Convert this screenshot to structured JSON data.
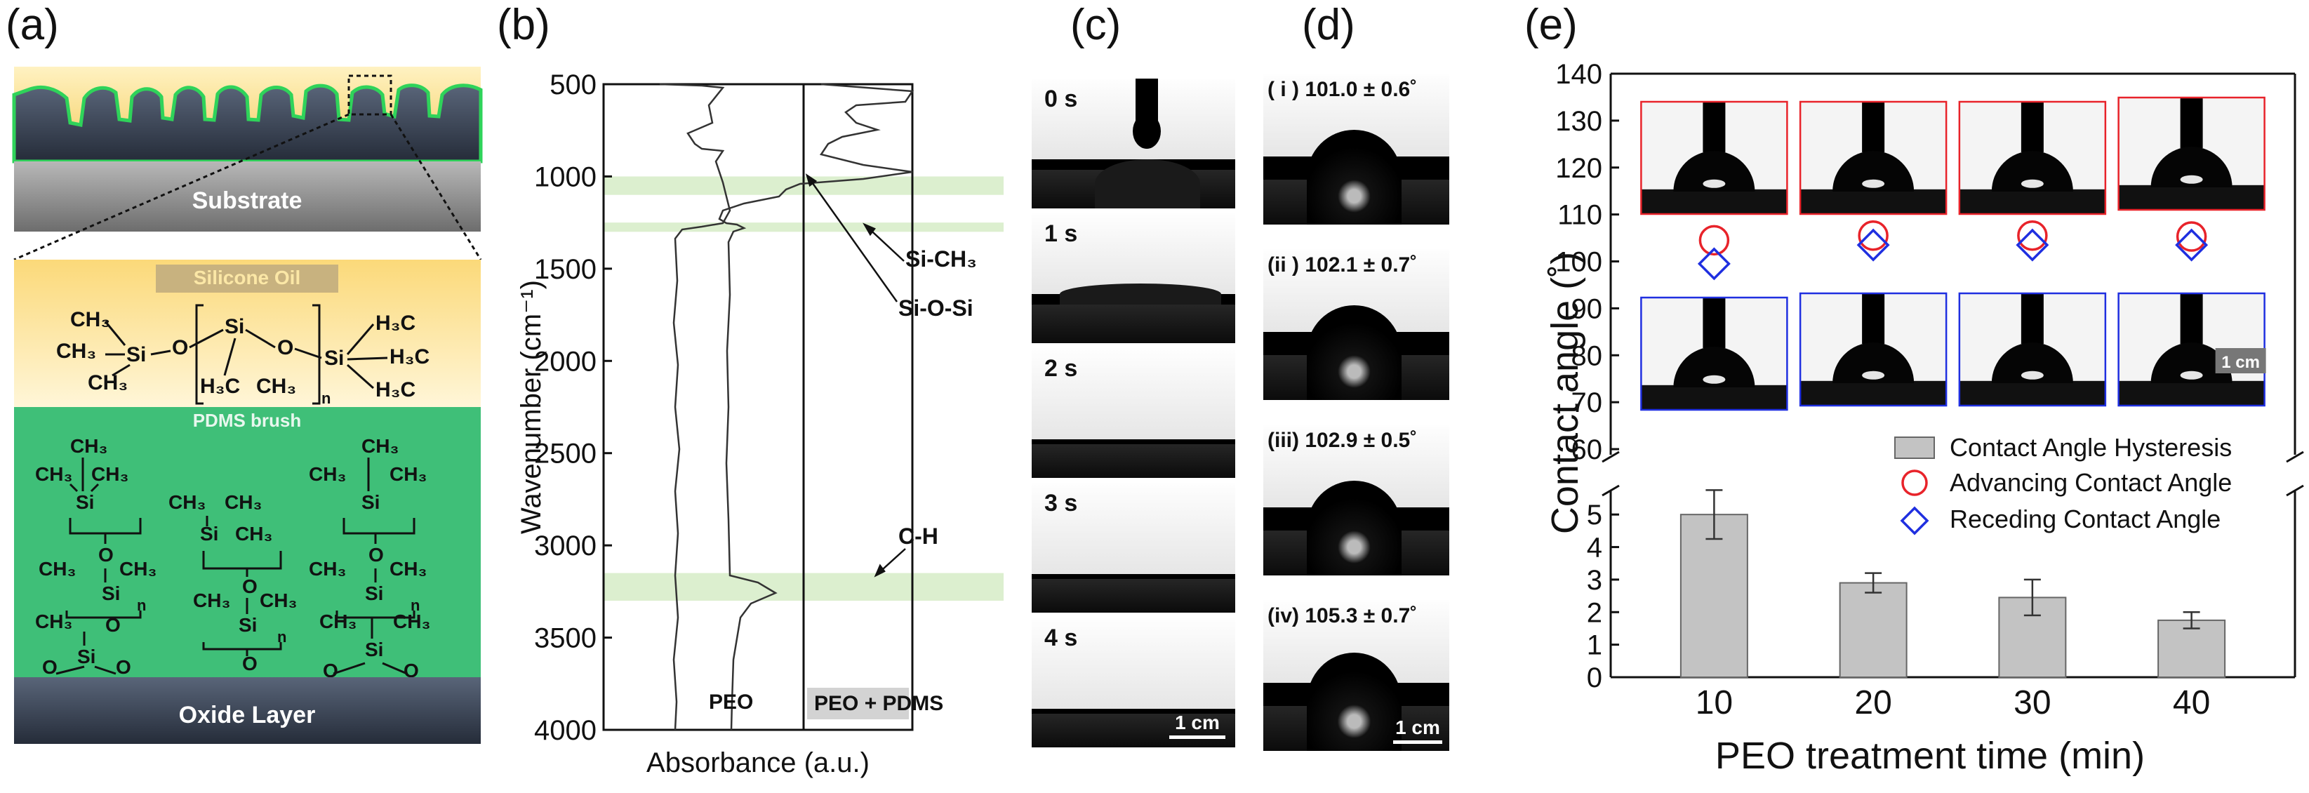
{
  "panel_labels": [
    "(a)",
    "(b)",
    "(c)",
    "(d)",
    "(e)"
  ],
  "colors": {
    "yellow": "#fbe7a6",
    "green": "#3fbf78",
    "substrate_gray": "#8d8d8d",
    "dark_layer": "#2f3747",
    "band": "#dcefcf",
    "advancing": "#e8232a",
    "receding": "#1f2fe0",
    "bar_fill": "#c3c3c3"
  },
  "panel_a": {
    "substrate": "Substrate",
    "silicone_oil": "Silicone Oil",
    "pdms_brush": "PDMS brush",
    "oxide_layer": "Oxide Layer",
    "chem_silicone": {
      "ch3": "CH₃",
      "h3c": "H₃C",
      "si": "Si",
      "o": "O",
      "n": "n"
    },
    "chem_pdms": {
      "ch3": "CH₃",
      "si": "Si",
      "o": "O",
      "n": "n"
    }
  },
  "panel_b": {
    "ylabel": "Wavenumber (cm⁻¹)",
    "xlabel": "Absorbance (a.u.)",
    "yticks": [
      500,
      1000,
      1500,
      2000,
      2500,
      3000,
      3500,
      4000
    ],
    "ylim": [
      500,
      4000
    ],
    "label_left": "PEO",
    "label_right": "PEO + PDMS",
    "annotations": [
      "Si-CH₃",
      "Si-O-Si",
      "C-H"
    ],
    "bands": [
      [
        1000,
        1100
      ],
      [
        1250,
        1300
      ],
      [
        3150,
        3300
      ]
    ]
  },
  "panel_c": {
    "frames": [
      "0 s",
      "1 s",
      "2 s",
      "3 s",
      "4 s"
    ],
    "scale": "1 cm"
  },
  "panel_d": {
    "frames": [
      "( i ) 101.0 ± 0.6˚",
      "(ii ) 102.1 ± 0.7˚",
      "(iii) 102.9 ± 0.5˚",
      "(iv) 105.3 ± 0.7˚"
    ],
    "scale": "1 cm"
  },
  "chart_data": {
    "type": "bar",
    "xlabel": "PEO treatment time (min)",
    "ylabel": "Contact angle (˚)",
    "categories": [
      "10",
      "20",
      "30",
      "40"
    ],
    "upper_axis": {
      "ylim": [
        60,
        140
      ],
      "yticks": [
        60,
        70,
        80,
        90,
        100,
        110,
        120,
        130,
        140
      ]
    },
    "lower_axis": {
      "ylim": [
        0,
        5.5
      ],
      "yticks": [
        0,
        1,
        2,
        3,
        4,
        5
      ]
    },
    "series": [
      {
        "name": "Contact Angle Hysteresis",
        "type": "bar",
        "values": [
          5.0,
          2.9,
          2.45,
          1.75
        ],
        "errors": [
          0.75,
          0.3,
          0.55,
          0.25
        ]
      },
      {
        "name": "Advancing Contact Angle",
        "type": "scatter",
        "marker": "circle",
        "values": [
          104.5,
          105.5,
          105.5,
          105.3
        ]
      },
      {
        "name": "Receding Contact Angle",
        "type": "scatter",
        "marker": "diamond",
        "values": [
          99.5,
          103.5,
          103.5,
          103.5
        ]
      }
    ],
    "legend_position": "bottom-right of upper area",
    "scale": "1 cm"
  }
}
